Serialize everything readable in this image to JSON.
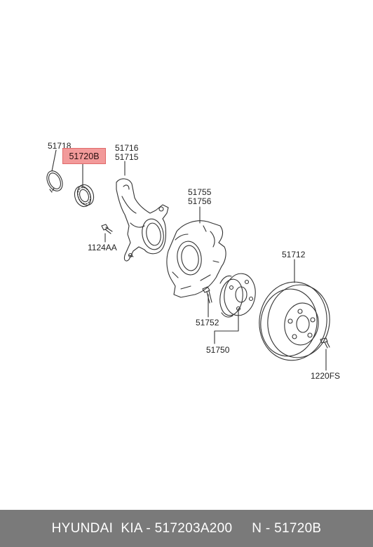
{
  "labels": {
    "snap_ring": "51718",
    "bearing": "51720B",
    "knuckle_a": "51716",
    "knuckle_b": "51715",
    "bolt_knuckle": "1124AA",
    "dust_cover_a": "51755",
    "dust_cover_b": "51756",
    "disc": "51712",
    "hub_bolt": "51752",
    "hub": "51750",
    "disc_screw": "1220FS"
  },
  "footer": {
    "text": "HYUNDAI  KIA - 517203A200     N - 51720B"
  },
  "colors": {
    "highlight": "#f29a9a",
    "footer_bg": "#7a7a7a",
    "line": "#333333"
  }
}
